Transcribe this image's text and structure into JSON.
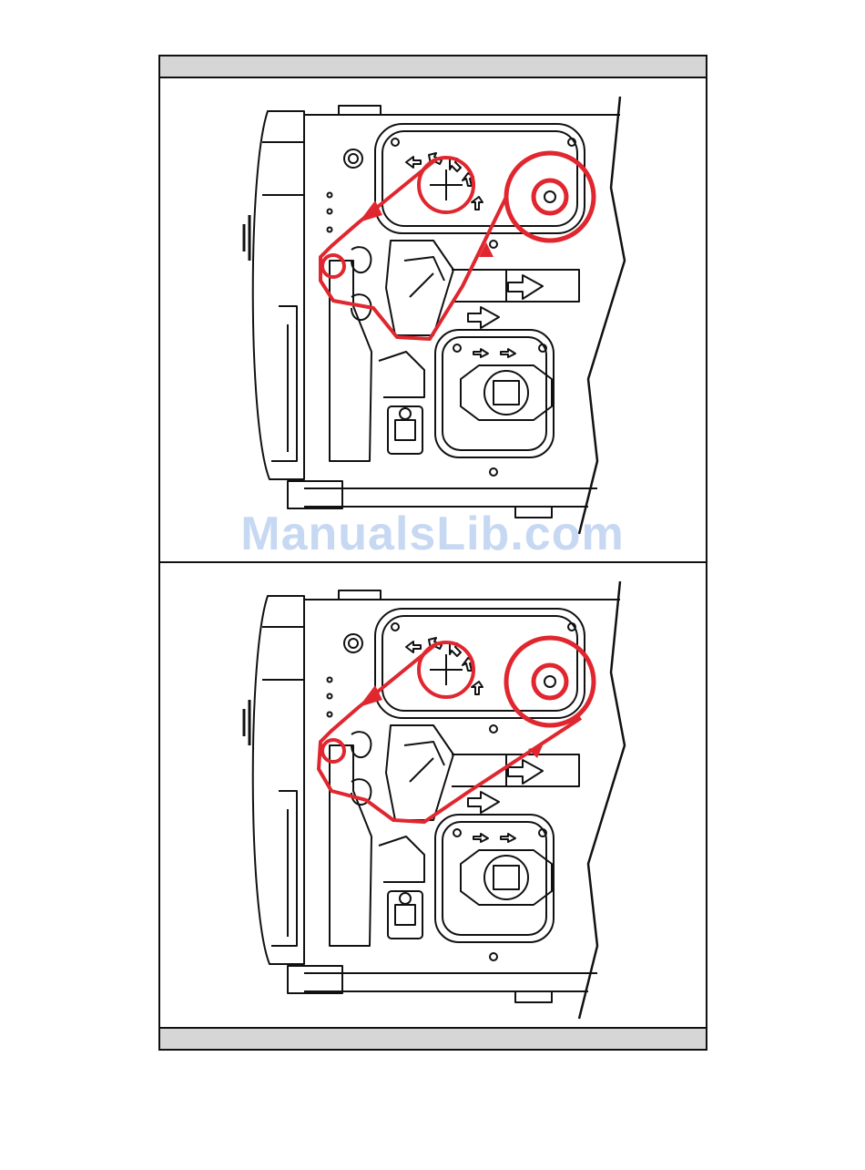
{
  "watermark": {
    "text": "ManualsLib.com"
  },
  "panels": [
    {
      "id": "top",
      "path_variant": "ribbon-over-roller"
    },
    {
      "id": "bottom",
      "path_variant": "ribbon-under-roller"
    }
  ],
  "colors": {
    "ribbon_path": "#e0262e",
    "line_art": "#111111",
    "caption_bar": "#d6d6d6"
  }
}
